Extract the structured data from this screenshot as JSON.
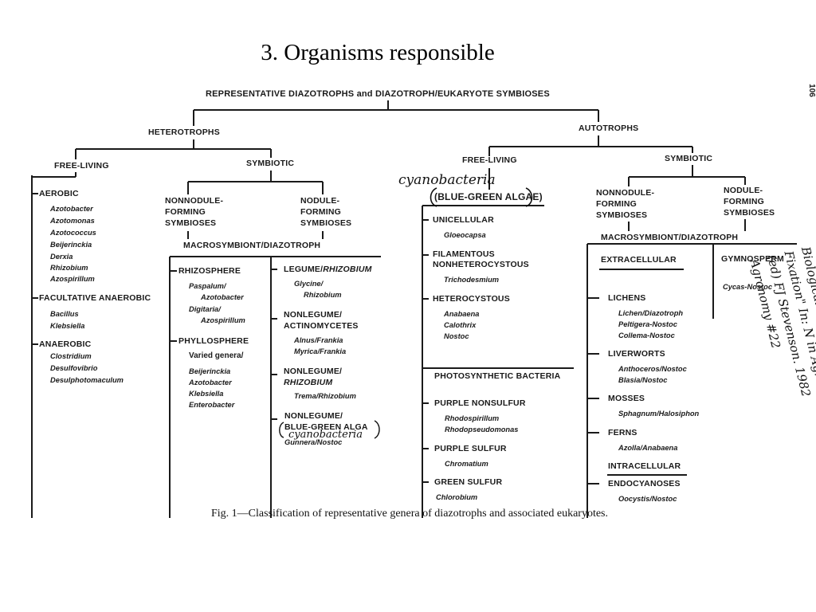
{
  "slide": {
    "title": "3. Organisms responsible"
  },
  "diagram": {
    "root": "REPRESENTATIVE DIAZOTROPHS and DIAZOTROPH/EUKARYOTE SYMBIOSES",
    "heterotrophs": {
      "label": "HETEROTROPHS",
      "free_living": {
        "label": "FREE-LIVING",
        "aerobic": {
          "label": "AEROBIC",
          "genera": [
            "Azotobacter",
            "Azotomonas",
            "Azotococcus",
            "Beijerinckia",
            "Derxia",
            "Rhizobium",
            "Azospirillum"
          ]
        },
        "facultative": {
          "label": "FACULTATIVE ANAEROBIC",
          "genera": [
            "Bacillus",
            "Klebsiella"
          ]
        },
        "anaerobic": {
          "label": "ANAEROBIC",
          "genera": [
            "Clostridium",
            "Desulfovibrio",
            "Desulphotomaculum"
          ]
        }
      },
      "symbiotic": {
        "label": "SYMBIOTIC",
        "nonnodule": [
          "NONNODULE-",
          "FORMING",
          "SYMBIOSES"
        ],
        "nodule": [
          "NODULE-",
          "FORMING",
          "SYMBIOSES"
        ],
        "macro": "MACROSYMBIONT/DIAZOTROPH",
        "rhizosphere": {
          "label": "RHIZOSPHERE",
          "entries": [
            "Paspalum/",
            "Azotobacter",
            "Digitaria/",
            "Azospirillum"
          ]
        },
        "phyllosphere": {
          "label": "PHYLLOSPHERE",
          "varied": "Varied genera/",
          "genera": [
            "Beijerinckia",
            "Azotobacter",
            "Klebsiella",
            "Enterobacter"
          ]
        },
        "legume": {
          "label": "LEGUME/",
          "label_italic": "RHIZOBIUM",
          "entries": [
            "Glycine/",
            "Rhizobium"
          ]
        },
        "nonlegume_actino": {
          "label": [
            "NONLEGUME/",
            "ACTINOMYCETES"
          ],
          "entries": [
            "Alnus/Frankia",
            "Myrica/Frankia"
          ]
        },
        "nonlegume_rhizo": {
          "label": "NONLEGUME/",
          "label_italic": "RHIZOBIUM",
          "entries": [
            "Trema/Rhizobium"
          ]
        },
        "nonlegume_bga": {
          "label": [
            "NONLEGUME/",
            "BLUE-GREEN ALGA"
          ],
          "note": "cyanobacteria",
          "entries": [
            "Gunnera/Nostoc"
          ]
        }
      }
    },
    "autotrophs": {
      "label": "AUTOTROPHS",
      "free_living": {
        "label": "FREE-LIVING",
        "handwritten": "cyanobacteria",
        "bga": "(BLUE-GREEN ALGAE)",
        "unicellular": {
          "label": "UNICELLULAR",
          "genera": [
            "Gloeocapsa"
          ]
        },
        "filamentous": {
          "label": [
            "FILAMENTOUS",
            "NONHETEROCYSTOUS"
          ],
          "genera": [
            "Trichodesmium"
          ]
        },
        "heterocystous": {
          "label": "HETEROCYSTOUS",
          "genera": [
            "Anabaena",
            "Calothrix",
            "Nostoc"
          ]
        },
        "photosynthetic": {
          "label": "PHOTOSYNTHETIC BACTERIA",
          "purple_nonsulfur": {
            "label": "PURPLE NONSULFUR",
            "genera": [
              "Rhodospirillum",
              "Rhodopseudomonas"
            ]
          },
          "purple_sulfur": {
            "label": "PURPLE SULFUR",
            "genera": [
              "Chromatium"
            ]
          },
          "green_sulfur": {
            "label": "GREEN SULFUR",
            "genera": [
              "Chlorobium"
            ]
          }
        }
      },
      "symbiotic": {
        "label": "SYMBIOTIC",
        "nonnodule": [
          "NONNODULE-",
          "FORMING",
          "SYMBIOSES"
        ],
        "nodule": [
          "NODULE-",
          "FORMING",
          "SYMBIOSES"
        ],
        "macro": "MACROSYMBIONT/DIAZOTROPH",
        "extracellular": "EXTRACELLULAR",
        "gymnosperm": {
          "label": "GYMNOSPERM",
          "entries": [
            "Cycas-Nostoc"
          ]
        },
        "lichens": {
          "label": "LICHENS",
          "entries": [
            "Lichen/Diazotroph",
            "Peltigera-Nostoc",
            "Collema-Nostoc"
          ]
        },
        "liverworts": {
          "label": "LIVERWORTS",
          "entries": [
            "Anthoceros/Nostoc",
            "Blasia/Nostoc"
          ]
        },
        "mosses": {
          "label": "MOSSES",
          "entries": [
            "Sphagnum/Halosiphon"
          ]
        },
        "ferns": {
          "label": "FERNS",
          "entries": [
            "Azolla/Anabaena"
          ]
        },
        "intracellular": "INTRACELLULAR",
        "endocyanoses": {
          "label": "ENDOCYANOSES",
          "entries": [
            "Oocystis/Nostoc"
          ]
        }
      }
    },
    "caption": "Fig. 1—Classification of representative genera of diazotrophs and associated eukaryotes.",
    "margin_note": [
      "Biological N",
      "Fixation\" In: N in Agricultural Soils",
      "(ed) FJ Stevenson. 1982",
      "Agronomy #22"
    ],
    "page_number": "106"
  }
}
